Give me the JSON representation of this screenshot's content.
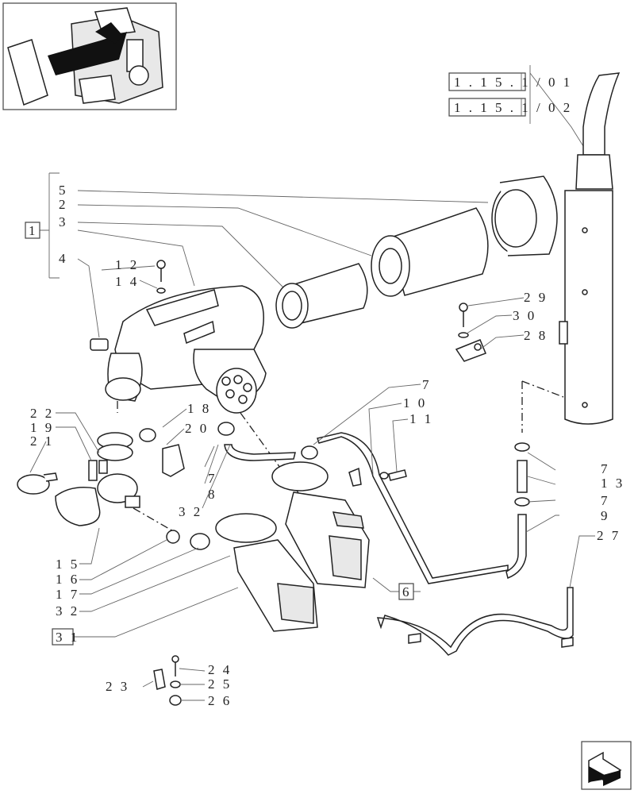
{
  "references": [
    "1 . 1 5 . 1 / 0 1",
    "1 . 1 5 . 1 / 0 2"
  ],
  "boxed_labels": [
    "1",
    "6",
    "3 1"
  ],
  "labels": {
    "l5": "5",
    "l2": "2",
    "l3": "3",
    "l4": "4",
    "l12": "1 2",
    "l14": "1 4",
    "l22": "2 2",
    "l19": "1 9",
    "l21": "2 1",
    "l18": "1 8",
    "l20": "2 0",
    "l7a": "7",
    "l8": "8",
    "l32a": "3 2",
    "l15": "1 5",
    "l16": "1 6",
    "l17": "1 7",
    "l32b": "3 2",
    "l29": "2 9",
    "l30": "3 0",
    "l28": "2 8",
    "l7b": "7",
    "l10": "1 0",
    "l11": "1 1",
    "l7c": "7",
    "l13": "1 3",
    "l7d": "7",
    "l9": "9",
    "l27": "2 7",
    "l24": "2 4",
    "l25": "2 5",
    "l26": "2 6",
    "l23": "2 3"
  },
  "icons": {
    "thumbnail": "tractor-engine-thumbnail-icon",
    "nav": "next-page-arrow-icon"
  }
}
